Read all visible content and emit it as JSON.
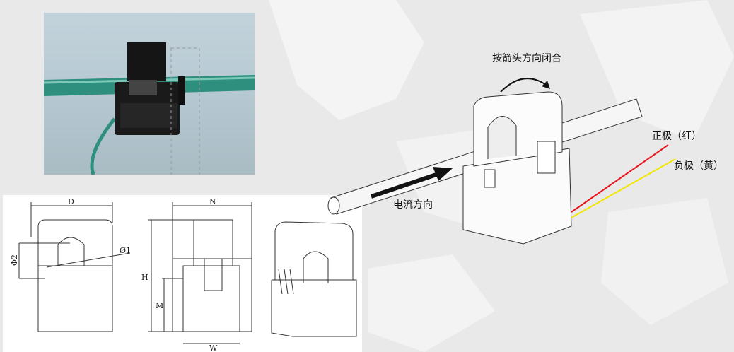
{
  "annotations": {
    "close_direction": "按箭头方向闭合",
    "current_direction": "电流方向",
    "positive_wire": "正极（红）",
    "negative_wire": "负极（黄）"
  },
  "dimensions": {
    "D": "D",
    "phi2": "Φ2",
    "phi1": "Ø1",
    "N": "N",
    "H": "H",
    "M": "M",
    "W": "W"
  },
  "colors": {
    "positive": "#e8141b",
    "negative": "#f2e600",
    "cable": "#f4f4f4",
    "pipe": "#2e8f7e"
  }
}
